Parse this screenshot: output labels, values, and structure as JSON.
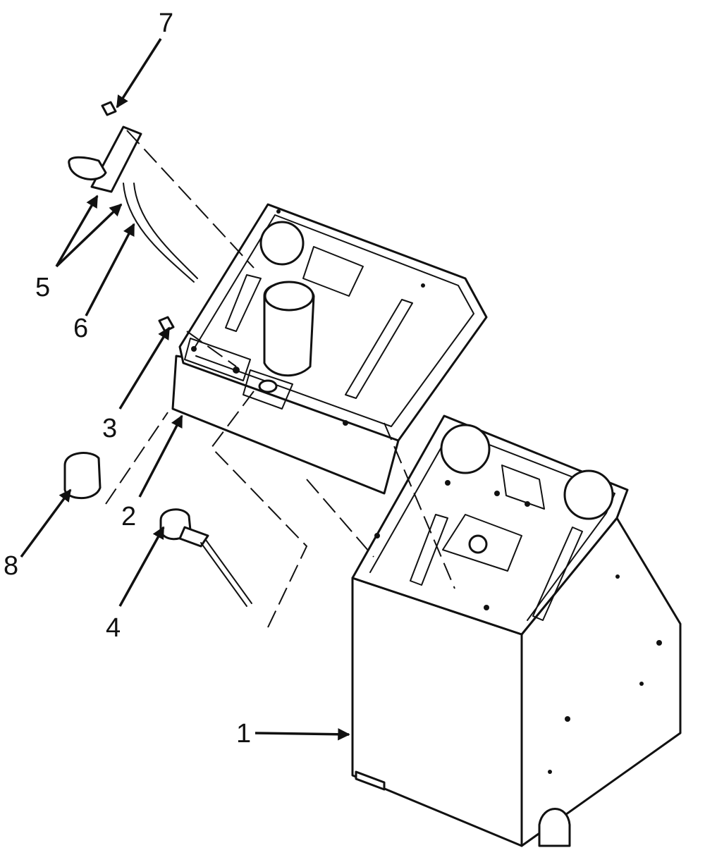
{
  "colors": {
    "ink": "#111111",
    "paper": "#ffffff"
  },
  "callouts": [
    {
      "label": "1"
    },
    {
      "label": "2"
    },
    {
      "label": "3"
    },
    {
      "label": "4"
    },
    {
      "label": "5"
    },
    {
      "label": "6"
    },
    {
      "label": "7"
    },
    {
      "label": "8"
    }
  ]
}
